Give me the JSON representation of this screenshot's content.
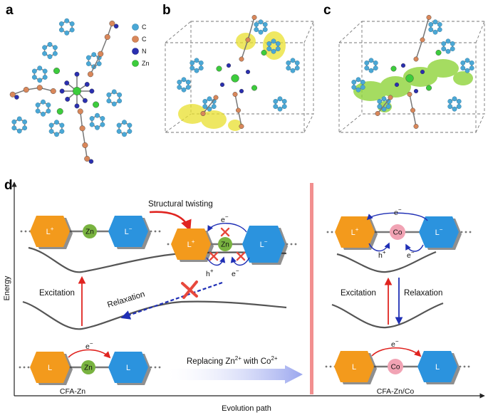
{
  "panels": {
    "a": "a",
    "b": "b",
    "c": "c",
    "d": "d"
  },
  "legend": [
    {
      "label": "C",
      "color": "#4aa8d6"
    },
    {
      "label": "C",
      "color": "#d9875a"
    },
    {
      "label": "N",
      "color": "#2a2fb0"
    },
    {
      "label": "Zn",
      "color": "#3ccc3c"
    }
  ],
  "diagram": {
    "y_axis_label": "Energy",
    "x_axis_label": "Evolution path",
    "left": {
      "structural_twisting": "Structural twisting",
      "excitation": "Excitation",
      "relaxation": "Relaxation",
      "electron": "e",
      "hole": "h",
      "minus": "−",
      "plus": "+",
      "ion": "Zn",
      "ligand": "L",
      "name": "CFA-Zn"
    },
    "replacing": {
      "prefix": "Replacing Zn",
      "sup1": "2+",
      "mid": " with Co",
      "sup2": "2+"
    },
    "right": {
      "excitation": "Excitation",
      "relaxation": "Relaxation",
      "ion": "Co",
      "ligand": "L",
      "name": "CFA-Zn/Co"
    }
  },
  "colors": {
    "orange": "#f39a1c",
    "blue": "#2b93de",
    "zn_green": "#79b340",
    "co_pink": "#f1a3b4",
    "red": "#e02420",
    "navy": "#1f2fb5",
    "curve": "#555555",
    "divider": "#f07b7b"
  }
}
